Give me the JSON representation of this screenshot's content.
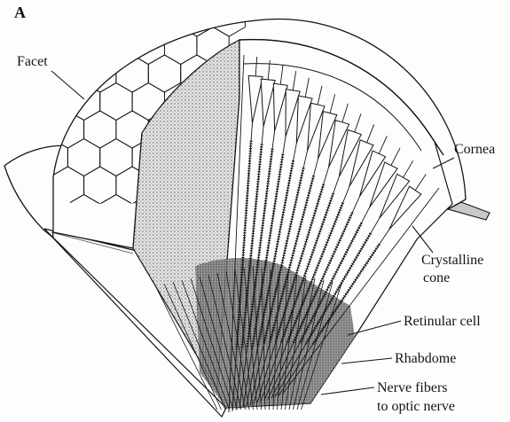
{
  "panel_letter": "A",
  "labels": {
    "facet": "Facet",
    "cornea": "Cornea",
    "crystalline_cone_line1": "Crystalline",
    "crystalline_cone_line2": "cone",
    "retinular_cell": "Retinular cell",
    "rhabdome": "Rhabdome",
    "nerve_fibers_line1": "Nerve fibers",
    "nerve_fibers_line2": "to optic nerve"
  },
  "colors": {
    "ink": "#141414",
    "paper": "#fdfdfc",
    "shade": "#9a9a9a",
    "dark_band": "#3a3a3a"
  }
}
